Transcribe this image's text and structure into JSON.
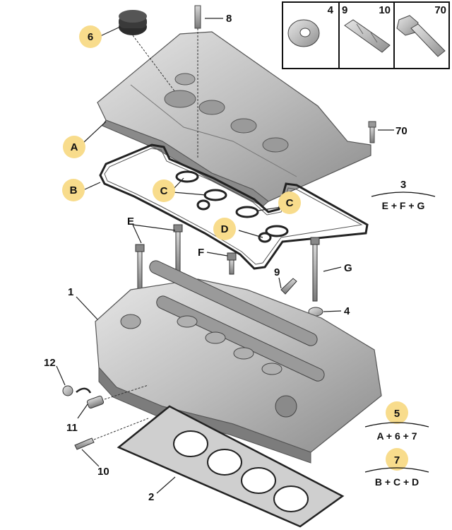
{
  "inset": {
    "col1_label": "4",
    "col2_label_a": "9",
    "col2_label_b": "10",
    "col3_label": "70"
  },
  "parts": {
    "p1": "1",
    "p2": "2",
    "p3": "3",
    "p4": "4",
    "p8": "8",
    "p9": "9",
    "p10": "10",
    "p11": "11",
    "p12": "12",
    "p70": "70",
    "pE": "E",
    "pF": "F",
    "pG": "G"
  },
  "bubbles": {
    "b6": "6",
    "bA": "A",
    "bB": "B",
    "bC1": "C",
    "bC2": "C",
    "bD": "D"
  },
  "kits": [
    {
      "number": "3",
      "formula": "E + F + G",
      "highlighted": false
    },
    {
      "number": "5",
      "formula": "A + 6 + 7",
      "highlighted": true
    },
    {
      "number": "7",
      "formula": "B + C + D",
      "highlighted": true
    }
  ],
  "colors": {
    "bubble": "#f8dc8c",
    "ink": "#111111"
  }
}
